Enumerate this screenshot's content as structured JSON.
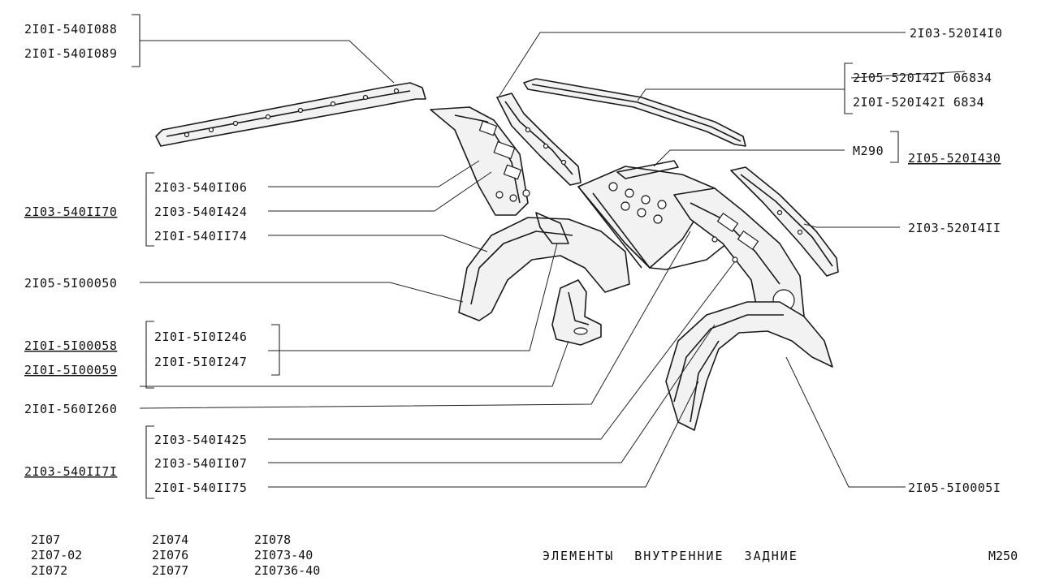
{
  "labels": {
    "l1": "2I0I-540I088",
    "l2": "2I0I-540I089",
    "l3": "2I03-540II06",
    "l4": "2I03-540I424",
    "l5": "2I0I-540II74",
    "l6": "2I03-540II70",
    "l7": "2I05-5I00050",
    "l8": "2I0I-5I0I246",
    "l9": "2I0I-5I0I247",
    "l10": "2I0I-5I00058",
    "l11": "2I0I-5I00059",
    "l12": "2I0I-560I260",
    "l13": "2I03-540I425",
    "l14": "2I03-540II07",
    "l15": "2I0I-540II75",
    "l16": "2I03-540II7I",
    "r1": "2I03-520I4I0",
    "r2": "2I05-520I42I 06834",
    "r3": "2I0I-520I42I  6834",
    "r4": "M290",
    "r5": "2I05-520I430",
    "r6": "2I03-520I4II",
    "r7": "2I05-5I0005I"
  },
  "models": {
    "col1": [
      "2I07",
      "2I07-02",
      "2I072"
    ],
    "col2": [
      "2I074",
      "2I076",
      "2I077"
    ],
    "col3": [
      "2I078",
      "2I073-40",
      "2I0736-40"
    ]
  },
  "title": "ЭЛЕМЕНТЫ ВНУТРЕННИЕ ЗАДНИЕ",
  "page_code": "M250"
}
